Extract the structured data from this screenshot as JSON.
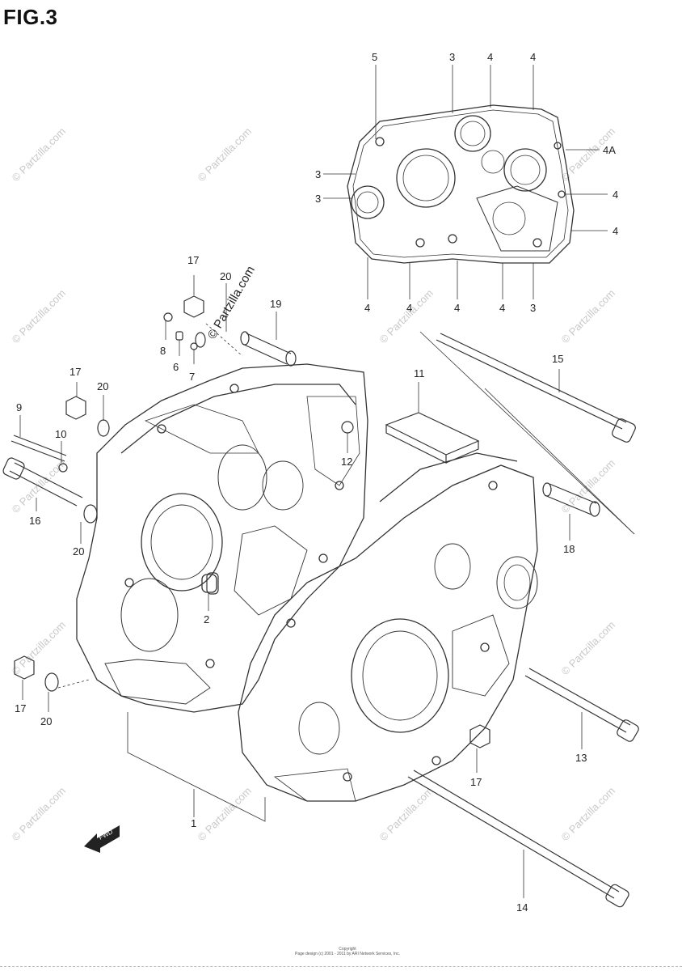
{
  "figure": {
    "title": "FIG.3"
  },
  "callouts": [
    {
      "id": "c5",
      "label": "5"
    },
    {
      "id": "c3a",
      "label": "3"
    },
    {
      "id": "c4a",
      "label": "4"
    },
    {
      "id": "c4b",
      "label": "4"
    },
    {
      "id": "c4A",
      "label": "4A"
    },
    {
      "id": "c3b",
      "label": "3"
    },
    {
      "id": "c3c",
      "label": "3"
    },
    {
      "id": "c4c",
      "label": "4"
    },
    {
      "id": "c4d",
      "label": "4"
    },
    {
      "id": "c4e",
      "label": "4"
    },
    {
      "id": "c4f",
      "label": "4"
    },
    {
      "id": "c4g",
      "label": "4"
    },
    {
      "id": "c4h",
      "label": "4"
    },
    {
      "id": "c3d",
      "label": "3"
    },
    {
      "id": "c17a",
      "label": "17"
    },
    {
      "id": "c20a",
      "label": "20"
    },
    {
      "id": "c19",
      "label": "19"
    },
    {
      "id": "c8",
      "label": "8"
    },
    {
      "id": "c6",
      "label": "6"
    },
    {
      "id": "c7",
      "label": "7"
    },
    {
      "id": "c15",
      "label": "15"
    },
    {
      "id": "c11",
      "label": "11"
    },
    {
      "id": "c17b",
      "label": "17"
    },
    {
      "id": "c20b",
      "label": "20"
    },
    {
      "id": "c9",
      "label": "9"
    },
    {
      "id": "c10",
      "label": "10"
    },
    {
      "id": "c12",
      "label": "12"
    },
    {
      "id": "c16",
      "label": "16"
    },
    {
      "id": "c20c",
      "label": "20"
    },
    {
      "id": "c18",
      "label": "18"
    },
    {
      "id": "c2",
      "label": "2"
    },
    {
      "id": "c17c",
      "label": "17"
    },
    {
      "id": "c20d",
      "label": "20"
    },
    {
      "id": "c13",
      "label": "13"
    },
    {
      "id": "c17d",
      "label": "17"
    },
    {
      "id": "c1",
      "label": "1"
    },
    {
      "id": "c14",
      "label": "14"
    }
  ],
  "watermark": {
    "text": "© Partzilla.com"
  },
  "fwd_label": "FWD",
  "copyright": {
    "line1": "Copyright",
    "line2": "Page design (c) 2001 - 2011 by ARI Network Services, Inc."
  }
}
